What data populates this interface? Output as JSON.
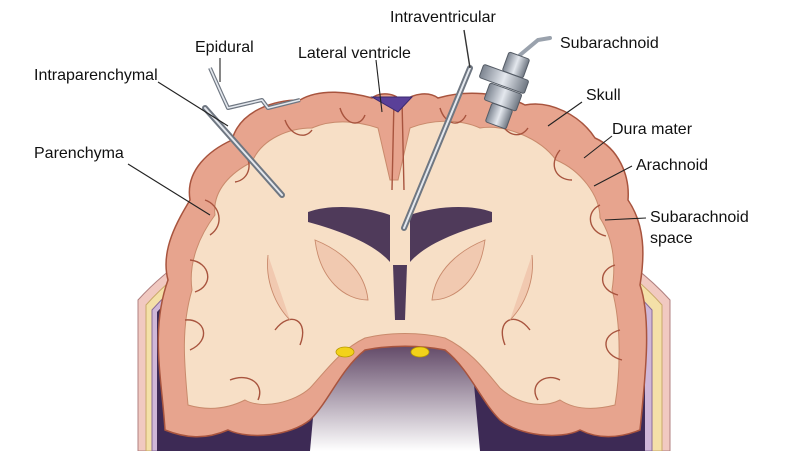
{
  "labels": {
    "intraventricular": "Intraventricular",
    "subarachnoid": "Subarachnoid",
    "epidural": "Epidural",
    "lateral_ventricle": "Lateral ventricle",
    "intraparenchymal": "Intraparenchymal",
    "skull": "Skull",
    "dura_mater": "Dura mater",
    "parenchyma": "Parenchyma",
    "arachnoid": "Arachnoid",
    "subarachnoid_space_line1": "Subarachnoid",
    "subarachnoid_space_line2": "space"
  },
  "colors": {
    "background": "#ffffff",
    "skin": "#f1c9c1",
    "skull": "#f4e0a8",
    "dura": "#cfb7d8",
    "subarachnoid_space": "#3d2a55",
    "cortex": "#e7a48e",
    "white_matter": "#f7dfc6",
    "ventricle": "#4f3a5a",
    "catheter": "#9aa2ad",
    "lesion": "#f2d21a"
  }
}
